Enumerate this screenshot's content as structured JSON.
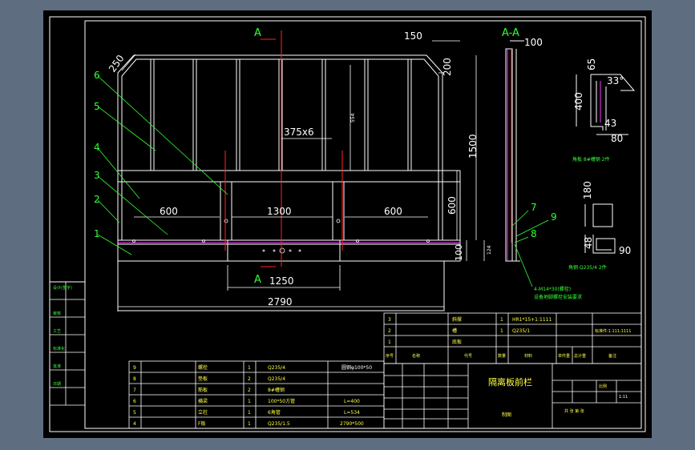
{
  "section": {
    "a_top": "A",
    "a_bottom": "A",
    "aa": "A-A"
  },
  "dims": {
    "d250": "250",
    "d150": "150",
    "d200": "200",
    "d375x6": "375x6",
    "d1500": "1500",
    "d600_right": "600",
    "d600_left": "600",
    "d1300": "1300",
    "d600_mid": "600",
    "d100": "100",
    "d1250": "1250",
    "d2790": "2790",
    "d100_top": "100",
    "d554": "554",
    "d124": "124"
  },
  "parts": [
    "1",
    "2",
    "3",
    "4",
    "5",
    "6",
    "7",
    "8",
    "9"
  ],
  "detail1": {
    "d65": "65",
    "d33": "33°",
    "d400": "400",
    "d43": "43",
    "d80": "80",
    "caption": "角板 8#槽钢 2件"
  },
  "detail2": {
    "d180": "180",
    "d48": "48",
    "d90": "90",
    "caption": "角钢 Q235/4 2件"
  },
  "note": {
    "line1": "4-M14*30(螺栓)",
    "line2": "设备地脚螺栓安装要求"
  },
  "side_table": [
    "设计(签字)",
    "审核",
    "工艺",
    "标准化",
    "批准",
    "日期"
  ],
  "bom_right": [
    {
      "no": "3",
      "name": "斜撑",
      "qty": "1",
      "mat": "HR1*15+1:1111",
      "note": ""
    },
    {
      "no": "2",
      "name": "槽",
      "qty": "1",
      "mat": "Q235/1",
      "note": "标准件:1.111:1111"
    },
    {
      "no": "1",
      "name": "底板",
      "qty": "",
      "mat": "",
      "note": ""
    }
  ],
  "bom_right_header": [
    "序号",
    "名称",
    "代号",
    "数量",
    "材料",
    "单件重",
    "总计重",
    "备注"
  ],
  "bom_left": [
    {
      "no": "9",
      "name": "螺栓",
      "qty": "1",
      "mat": "Q235/4",
      "spec": "",
      "note": "圆钢φ100*50"
    },
    {
      "no": "8",
      "name": "垫板",
      "qty": "2",
      "mat": "Q235/4",
      "spec": "",
      "note": ""
    },
    {
      "no": "7",
      "name": "筋板",
      "qty": "2",
      "mat": "8#槽钢",
      "spec": "",
      "note": ""
    },
    {
      "no": "6",
      "name": "横梁",
      "qty": "1",
      "mat": "100*50方管",
      "spec": "L=400",
      "note": ""
    },
    {
      "no": "5",
      "name": "立柱",
      "qty": "1",
      "mat": "6角管",
      "spec": "L=534",
      "note": ""
    },
    {
      "no": "4",
      "name": "F板",
      "qty": "1",
      "mat": "Q235/1.5",
      "spec": "2790*500",
      "note": ""
    }
  ],
  "title_block": {
    "title": "隔离板前栏",
    "scale_label": "比例",
    "scale": "1:11",
    "sheet": "共 张  第 张",
    "maker": "制图"
  },
  "colors": {
    "sheet": "#000000",
    "frame": "#ffffff",
    "dim": "#ffffff",
    "center": "#ff2222",
    "leader": "#33ff33",
    "hidden": "#ff33ff",
    "text_yellow": "#ffff44"
  }
}
